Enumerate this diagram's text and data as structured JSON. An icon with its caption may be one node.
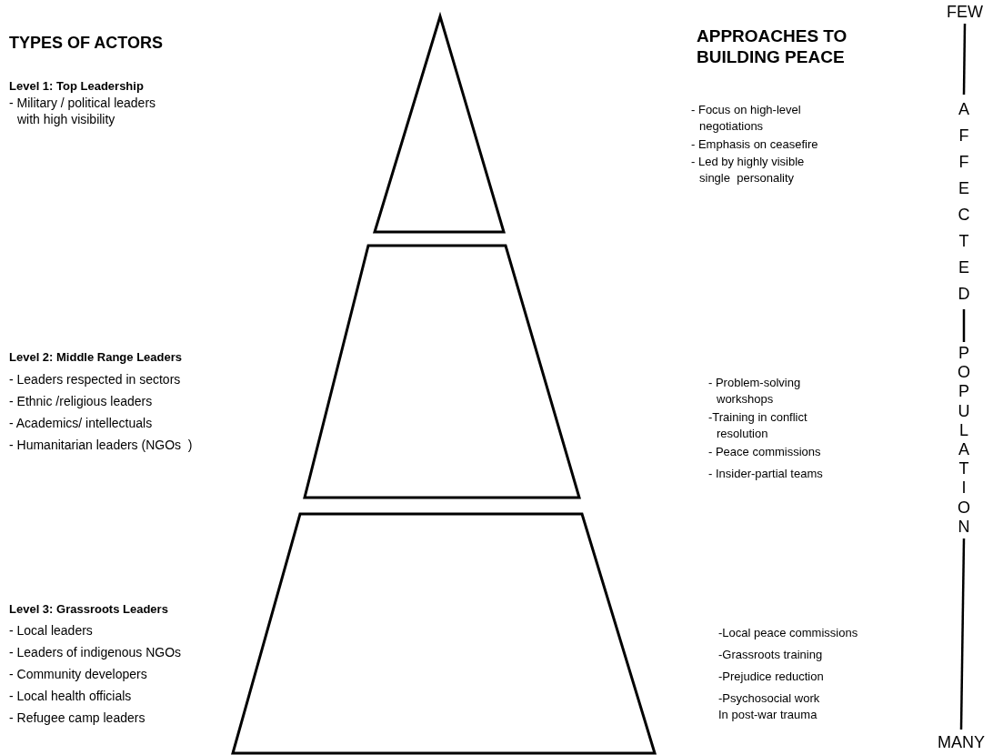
{
  "diagram": {
    "nodes": [
      {
        "text": [
          "FEW"
        ]
      },
      {
        "text": [
          "AFFECTED"
        ]
      },
      {
        "text": [
          "POPULATION"
        ]
      },
      {
        "text": [
          "MANY"
        ]
      }
    ],
    "edges": [
      {
        "from": 0,
        "to": 1,
        "arrow": "none"
      },
      {
        "from": 1,
        "to": 2,
        "arrow": "none"
      },
      {
        "from": 2,
        "to": 3,
        "arrow": "none"
      }
    ],
    "labels": [
      "TYPES OF ACTORS",
      "APPROACHES TO BUILDING PEACE",
      "Level 1: Top Leadership",
      "- Military / political leaders with high visibility",
      "- Focus on high-level negotiations",
      "- Emphasis on ceasefire",
      "- Led by highly visible single  personality",
      "Level 2: Middle Range Leaders",
      "- Leaders respected in sectors",
      "- Ethnic /religious leaders",
      "- Academics/ intellectuals",
      "- Humanitarian leaders (NGOs  )",
      "- Problem-solving workshops",
      "-Training in conflict resolution",
      "- Peace commissions",
      "- Insider-partial teams",
      "Level 3: Grassroots Leaders",
      "- Local leaders",
      "- Leaders of indigenous NGOs",
      "- Community developers",
      "- Local health officials",
      "- Refugee camp leaders",
      "-Local peace commissions",
      "-Grassroots training",
      "-Prejudice reduction",
      "-Psychosocial work In post-war trauma"
    ]
  }
}
